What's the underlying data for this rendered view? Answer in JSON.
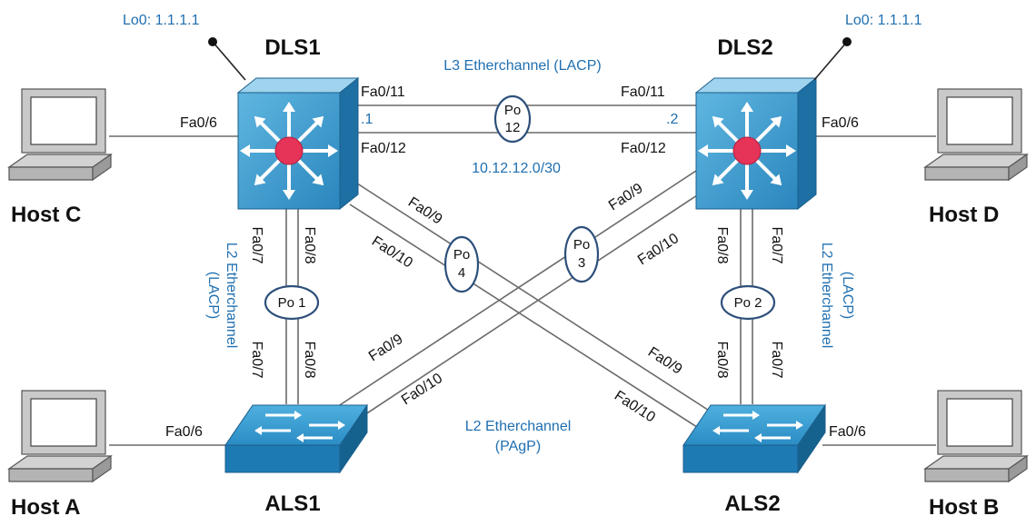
{
  "devices": {
    "dls1": "DLS1",
    "dls2": "DLS2",
    "als1": "ALS1",
    "als2": "ALS2"
  },
  "hosts": {
    "a": "Host A",
    "b": "Host B",
    "c": "Host C",
    "d": "Host D"
  },
  "loopbacks": {
    "dls1": "Lo0: 1.1.1.1",
    "dls2": "Lo0: 1.1.1.1"
  },
  "channels": {
    "l3_title": "L3 Etherchannel (LACP)",
    "l3_subnet": "10.12.12.0/30",
    "l3_dls1_ip": ".1",
    "l3_dls2_ip": ".2",
    "po12_top": "Po",
    "po12_bottom": "12",
    "po1": "Po 1",
    "po2": "Po 2",
    "po3_top": "Po",
    "po3_bottom": "3",
    "po4_top": "Po",
    "po4_bottom": "4",
    "left_l2_line1": "L2 Etherchannel",
    "left_l2_line2": "(LACP)",
    "right_l2_line1": "L2 Etherchannel",
    "right_l2_line2": "(LACP)",
    "pagp_line1": "L2 Etherchannel",
    "pagp_line2": "(PAgP)"
  },
  "ports": {
    "dls1_fa011": "Fa0/11",
    "dls1_fa012": "Fa0/12",
    "dls2_fa011": "Fa0/11",
    "dls2_fa012": "Fa0/12",
    "dls1_fa06": "Fa0/6",
    "dls2_fa06": "Fa0/6",
    "als1_fa06": "Fa0/6",
    "als2_fa06": "Fa0/6",
    "dls1_fa07": "Fa0/7",
    "dls1_fa08": "Fa0/8",
    "als1_fa07": "Fa0/7",
    "als1_fa08": "Fa0/8",
    "dls2_fa08": "Fa0/8",
    "dls2_fa07": "Fa0/7",
    "als2_fa08": "Fa0/8",
    "als2_fa07": "Fa0/7",
    "dls1_fa09": "Fa0/9",
    "dls1_fa010": "Fa0/10",
    "dls2_fa09": "Fa0/9",
    "dls2_fa010": "Fa0/10",
    "als1_fa09": "Fa0/9",
    "als1_fa010": "Fa0/10",
    "als2_fa09": "Fa0/9",
    "als2_fa010": "Fa0/10"
  }
}
